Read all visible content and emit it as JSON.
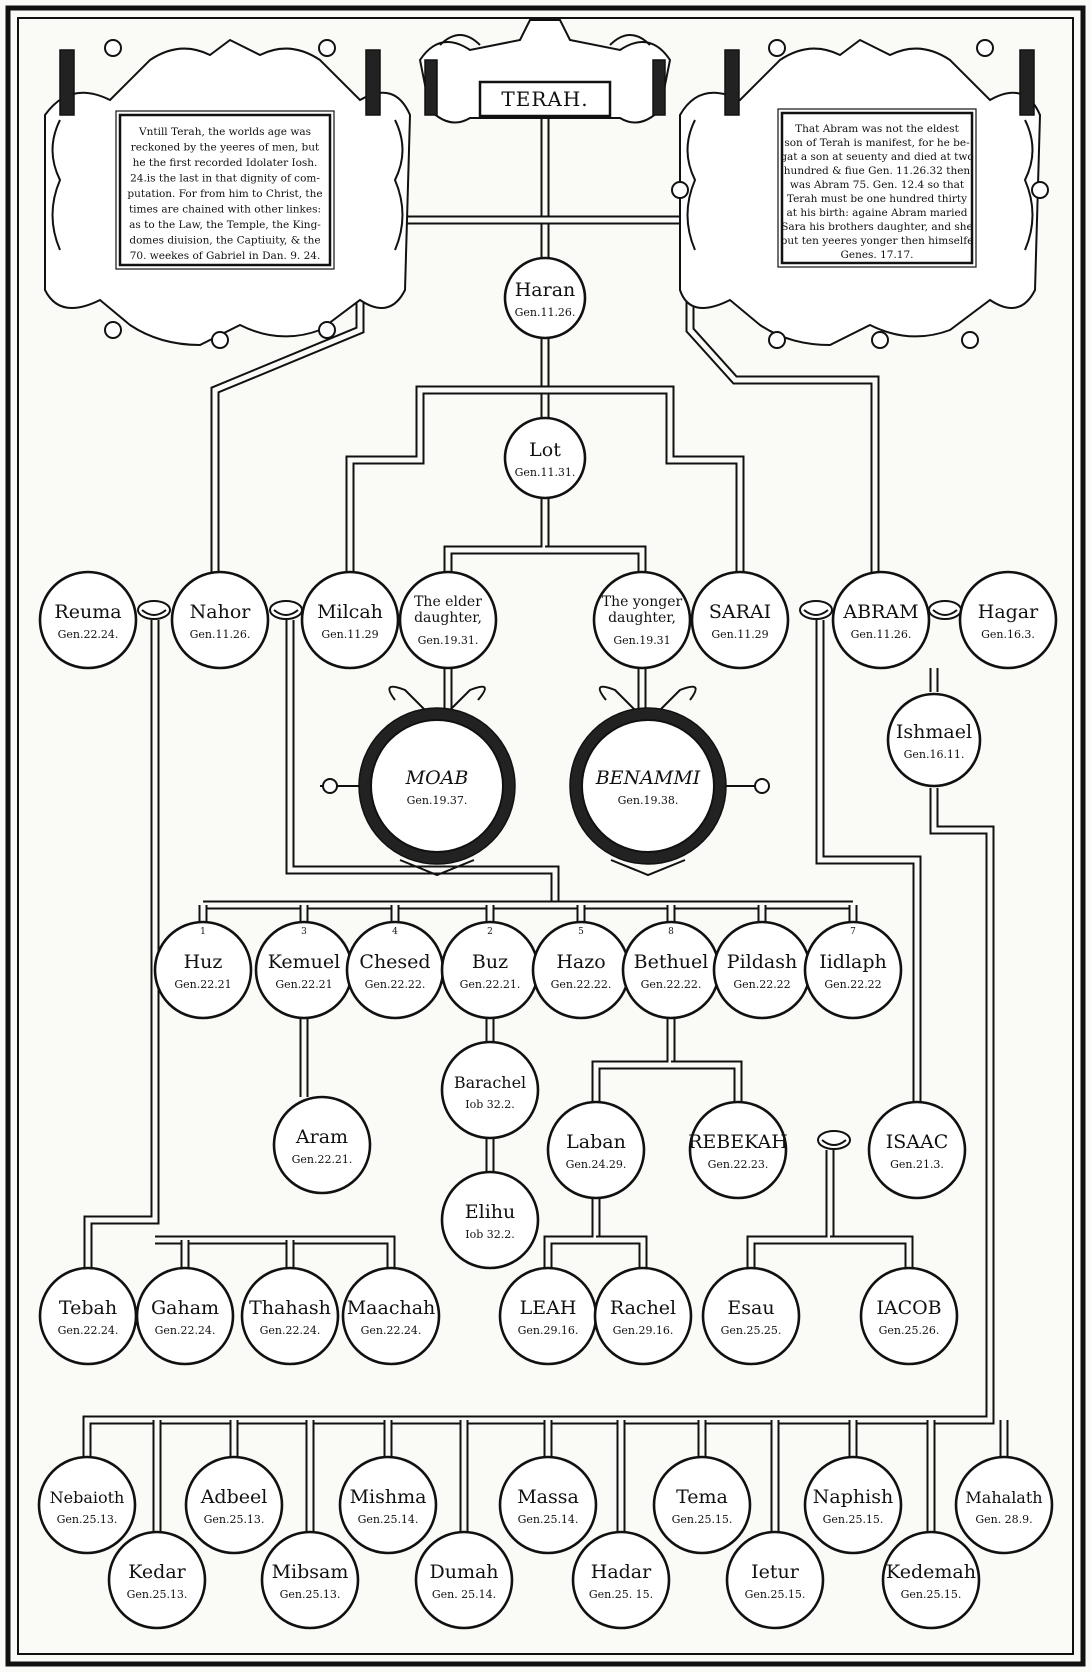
{
  "title": "TERAH.",
  "notes": {
    "left": [
      "Vntill Terah, the worlds age was",
      "reckoned by the yeeres of men, but",
      "he the first recorded Idolater Iosh.",
      "24.is the last in that dignity of com-",
      "putation. For from him to Christ, the",
      "times are chained with other linkes:",
      "as to the Law, the Temple, the King-",
      "domes diuision, the Captiuity, & the",
      "70. weekes of Gabriel in Dan. 9. 24."
    ],
    "right": [
      "That Abram was not the eldest",
      "son of Terah is manifest, for he be-",
      "gat a son at seuenty and died at two",
      "hundred & fiue Gen. 11.26.32 then",
      "was Abram 75. Gen. 12.4 so that",
      "Terah must be one hundred thirty",
      "at his birth: againe Abram maried",
      "Sara his brothers daughter, and she",
      "but ten yeeres yonger then himselfe",
      "Genes. 17.17."
    ]
  },
  "people": {
    "haran": {
      "name": "Haran",
      "ref": "Gen.11.26."
    },
    "lot": {
      "name": "Lot",
      "ref": "Gen.11.31."
    },
    "reuma": {
      "name": "Reuma",
      "ref": "Gen.22.24."
    },
    "nahor": {
      "name": "Nahor",
      "ref": "Gen.11.26."
    },
    "milcah": {
      "name": "Milcah",
      "ref": "Gen.11.29"
    },
    "elder": {
      "name": "The elder daughter,",
      "ref": "Gen.19.31."
    },
    "younger": {
      "name": "The yonger daughter,",
      "ref": "Gen.19.31"
    },
    "sarai": {
      "name": "SARAI",
      "ref": "Gen.11.29"
    },
    "abram": {
      "name": "ABRAM",
      "ref": "Gen.11.26."
    },
    "hagar": {
      "name": "Hagar",
      "ref": "Gen.16.3."
    },
    "ishmael": {
      "name": "Ishmael",
      "ref": "Gen.16.11."
    },
    "moab": {
      "name": "MOAB",
      "ref": "Gen.19.37."
    },
    "benammi": {
      "name": "BENAMMI",
      "ref": "Gen.19.38."
    },
    "huz": {
      "name": "Huz",
      "ref": "Gen.22.21",
      "num": "1"
    },
    "kemuel": {
      "name": "Kemuel",
      "ref": "Gen.22.21",
      "num": "3"
    },
    "chesed": {
      "name": "Chesed",
      "ref": "Gen.22.22.",
      "num": "4"
    },
    "buz": {
      "name": "Buz",
      "ref": "Gen.22.21.",
      "num": "2"
    },
    "hazo": {
      "name": "Hazo",
      "ref": "Gen.22.22.",
      "num": "5"
    },
    "bethuel": {
      "name": "Bethuel",
      "ref": "Gen.22.22.",
      "num": "8"
    },
    "pildash": {
      "name": "Pildash",
      "ref": "Gen.22.22",
      "num": ""
    },
    "iidlaph": {
      "name": "Iidlaph",
      "ref": "Gen.22.22",
      "num": "7"
    },
    "aram": {
      "name": "Aram",
      "ref": "Gen.22.21."
    },
    "barachel": {
      "name": "Barachel",
      "ref": "Iob 32.2."
    },
    "elihu": {
      "name": "Elihu",
      "ref": "Iob 32.2."
    },
    "laban": {
      "name": "Laban",
      "ref": "Gen.24.29."
    },
    "rebekah": {
      "name": "REBEKAH",
      "ref": "Gen.22.23."
    },
    "isaac": {
      "name": "ISAAC",
      "ref": "Gen.21.3."
    },
    "tebah": {
      "name": "Tebah",
      "ref": "Gen.22.24."
    },
    "gaham": {
      "name": "Gaham",
      "ref": "Gen.22.24."
    },
    "thahash": {
      "name": "Thahash",
      "ref": "Gen.22.24."
    },
    "maachah": {
      "name": "Maachah",
      "ref": "Gen.22.24."
    },
    "leah": {
      "name": "LEAH",
      "ref": "Gen.29.16."
    },
    "rachel": {
      "name": "Rachel",
      "ref": "Gen.29.16."
    },
    "esau": {
      "name": "Esau",
      "ref": "Gen.25.25."
    },
    "iacob": {
      "name": "IACOB",
      "ref": "Gen.25.26."
    },
    "nebaioth": {
      "name": "Nebaioth",
      "ref": "Gen.25.13."
    },
    "adbeel": {
      "name": "Adbeel",
      "ref": "Gen.25.13."
    },
    "mishma": {
      "name": "Mishma",
      "ref": "Gen.25.14."
    },
    "massa": {
      "name": "Massa",
      "ref": "Gen.25.14."
    },
    "tema": {
      "name": "Tema",
      "ref": "Gen.25.15."
    },
    "naphish": {
      "name": "Naphish",
      "ref": "Gen.25.15."
    },
    "mahalath": {
      "name": "Mahalath",
      "ref": "Gen. 28.9."
    },
    "kedar": {
      "name": "Kedar",
      "ref": "Gen.25.13."
    },
    "mibsam": {
      "name": "Mibsam",
      "ref": "Gen.25.13."
    },
    "dumah": {
      "name": "Dumah",
      "ref": "Gen. 25.14."
    },
    "hadar": {
      "name": "Hadar",
      "ref": "Gen.25. 15."
    },
    "ietur": {
      "name": "Ietur",
      "ref": "Gen.25.15."
    },
    "kedemah": {
      "name": "Kedemah",
      "ref": "Gen.25.15."
    }
  }
}
